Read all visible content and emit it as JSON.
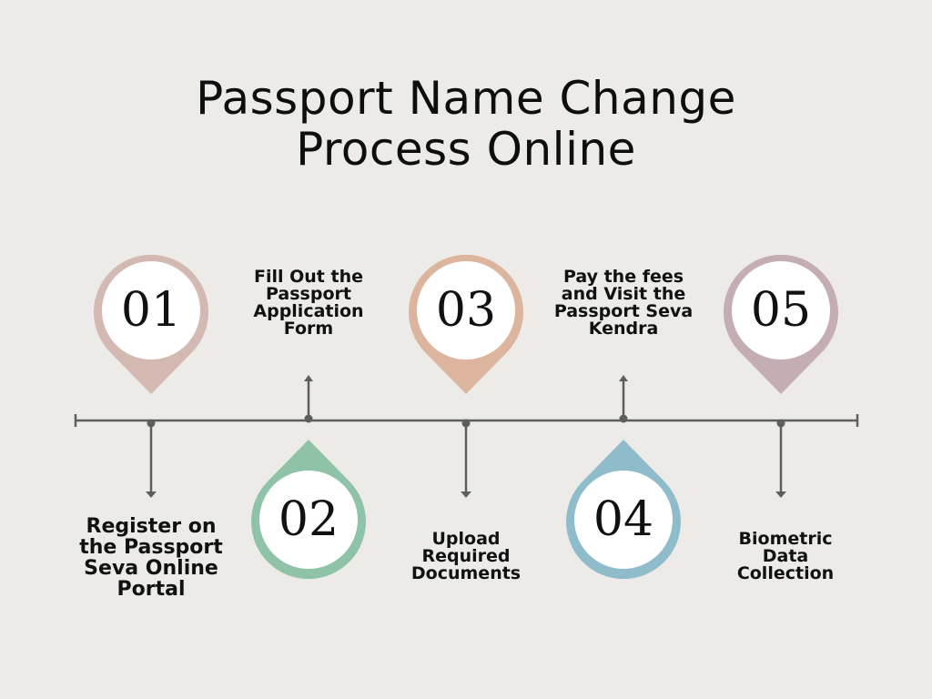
{
  "title": {
    "line1": "Passport Name Change",
    "line2": "Process Online"
  },
  "colors": {
    "background": "#edebe7",
    "timeline": "#5e5e5e",
    "pin1": "#d4b9b3",
    "pin2": "#8fc3a7",
    "pin3": "#ddb59e",
    "pin4": "#8fbccb",
    "pin5": "#c4aeb3"
  },
  "steps": [
    {
      "number": "01",
      "label_lines": [
        "Register on",
        "the Passport",
        "Seva Online",
        "Portal"
      ]
    },
    {
      "number": "02",
      "label_lines": [
        "Fill Out the",
        "Passport",
        "Application",
        "Form"
      ]
    },
    {
      "number": "03",
      "label_lines": [
        "Upload",
        "Required",
        "Documents"
      ]
    },
    {
      "number": "04",
      "label_lines": [
        "Pay the fees",
        "and Visit the",
        "Passport Seva",
        "Kendra"
      ]
    },
    {
      "number": "05",
      "label_lines": [
        "Biometric",
        "Data",
        "Collection"
      ]
    }
  ]
}
